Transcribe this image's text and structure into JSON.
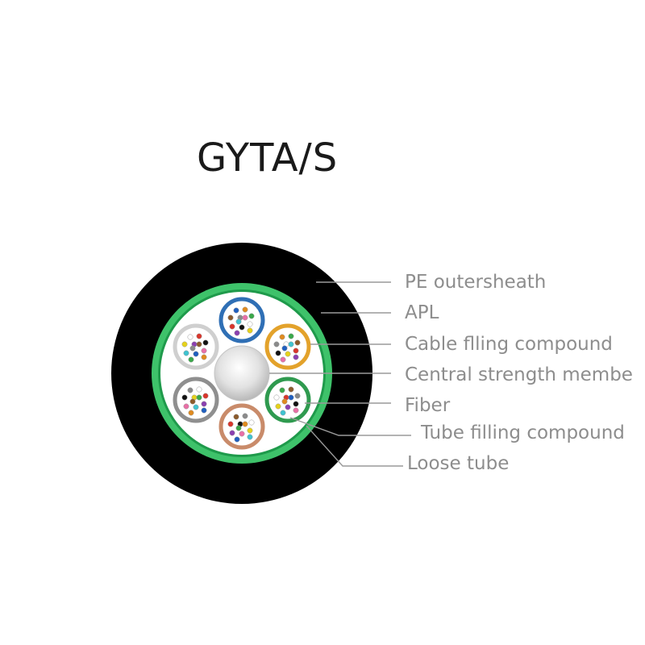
{
  "title": "GYTA/S",
  "labels": [
    {
      "text": "PE outersheath"
    },
    {
      "text": "APL"
    },
    {
      "text": "Cable flling compound"
    },
    {
      "text": "Central strength membe"
    },
    {
      "text": "Fiber"
    },
    {
      "text": "Tube filling compound"
    },
    {
      "text": "Loose tube"
    }
  ],
  "colors": {
    "sheath": "#000000",
    "apl": "#3ec26a",
    "leader": "#9a9a9a",
    "label": "#8d8d8d",
    "tubes": [
      "#2f6fb5",
      "#e3a22b",
      "#2f9a4f",
      "#c98b6a",
      "#8f8f8f",
      "#cfcfcf"
    ],
    "fibers": [
      "#1f5fbf",
      "#e08a1e",
      "#3aa84a",
      "#8b5a2b",
      "#8a8a8a",
      "#ffffff",
      "#d9352b",
      "#111111",
      "#e6d21a",
      "#8a3fb0",
      "#e86fa6",
      "#3fc3d0"
    ]
  }
}
